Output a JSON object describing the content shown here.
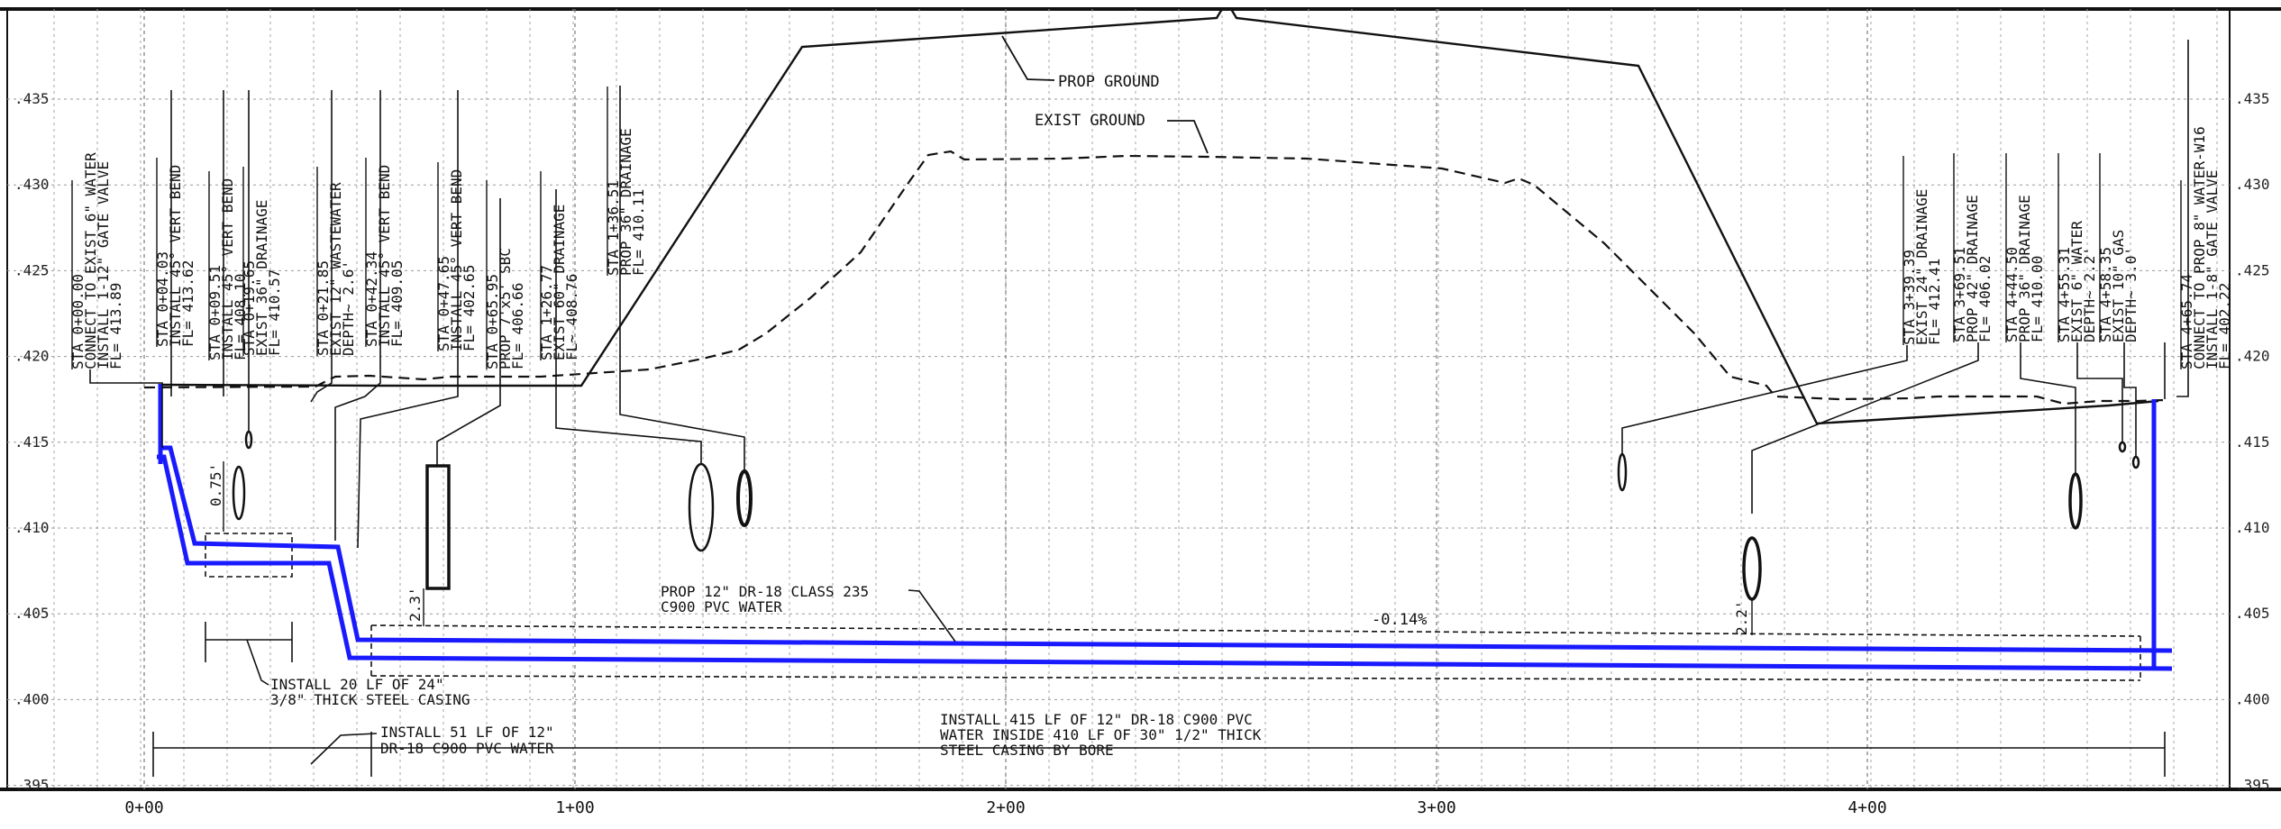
{
  "drawing": {
    "elevation_labels_left": [
      "435",
      "430",
      "425",
      "420",
      "415",
      "410",
      "405",
      "400",
      "395"
    ],
    "elevation_labels_right": [
      "435",
      "430",
      "425",
      "420",
      "415",
      "410",
      "405",
      "400",
      "395"
    ],
    "station_labels": [
      "0+00",
      "1+00",
      "2+00",
      "3+00",
      "4+00"
    ],
    "ground_labels": {
      "proposed": "PROP GROUND",
      "existing": "EXIST GROUND"
    },
    "slope_label": "-0.14%",
    "left_callouts": [
      {
        "lines": [
          "STA 0+00.00",
          "CONNECT TO EXIST 6\" WATER",
          "INSTALL 1-12\" GATE VALVE",
          "FL= 413.89"
        ]
      },
      {
        "lines": [
          "STA 0+04.03",
          "INSTALL 45° VERT BEND",
          "FL= 413.62"
        ]
      },
      {
        "lines": [
          "STA 0+09.51",
          "INSTALL 45° VERT BEND",
          "FL= 408.10"
        ]
      },
      {
        "lines": [
          "STA 0+19.65",
          "EXIST 36\" DRAINAGE",
          "FL= 410.57"
        ]
      },
      {
        "lines": [
          "STA 0+21.85",
          "EXIST 12\" WASTEWATER",
          "DEPTH~ 2.6'"
        ]
      },
      {
        "lines": [
          "STA 0+42.34",
          "INSTALL 45° VERT BEND",
          "FL= 409.05"
        ]
      },
      {
        "lines": [
          "STA 0+47.65",
          "INSTALL 45° VERT BEND",
          "FL= 402.65"
        ]
      },
      {
        "lines": [
          "STA 0+65.95",
          "PROP 7'x5' SBC",
          "FL= 406.66"
        ]
      },
      {
        "lines": [
          "STA 1+26.77",
          "EXIST 60\" DRAINAGE",
          "FL~ 408.76"
        ]
      },
      {
        "lines": [
          "STA 1+36.51",
          "PROP 36\" DRAINAGE",
          "FL= 410.11"
        ]
      }
    ],
    "right_callouts": [
      {
        "lines": [
          "STA 3+39.39",
          "EXIST 24\" DRAINAGE",
          "FL= 412.41"
        ]
      },
      {
        "lines": [
          "STA 3+69.51",
          "PROP 42\" DRAINAGE",
          "FL= 406.02"
        ]
      },
      {
        "lines": [
          "STA 4+44.50",
          "PROP 36\" DRAINAGE",
          "FL= 410.00"
        ]
      },
      {
        "lines": [
          "STA 4+55.31",
          "EXIST 6\" WATER",
          "DEPTH~ 2.2'"
        ]
      },
      {
        "lines": [
          "STA 4+58.35",
          "EXIST 10\" GAS",
          "DEPTH~ 3.0'"
        ]
      },
      {
        "lines": [
          "STA 4+65.74",
          "CONNECT TO PROP 8\" WATER-W16",
          "INSTALL 1-8\" GATE VALVE",
          "FL= 402.22"
        ]
      }
    ],
    "notes": {
      "pipe_label": [
        "PROP 12\" DR-18 CLASS 235",
        "C900 PVC WATER"
      ],
      "casing_24": [
        "INSTALL 20 LF OF 24\"",
        "3/8\" THICK STEEL CASING"
      ],
      "install_51": [
        "INSTALL 51 LF OF 12\"",
        "DR-18 C900 PVC WATER"
      ],
      "install_415": [
        "INSTALL 415 LF OF 12\" DR-18 C900 PVC",
        "WATER INSIDE 410 LF OF 30\" 1/2\" THICK",
        "STEEL CASING BY BORE"
      ]
    },
    "dims": {
      "d075": "0.75'",
      "d23": "2.3'",
      "d22": "2.2'"
    },
    "colors": {
      "water_line": "#1a1aff",
      "ink": "#111111",
      "grid": "#9a9a9a"
    }
  }
}
